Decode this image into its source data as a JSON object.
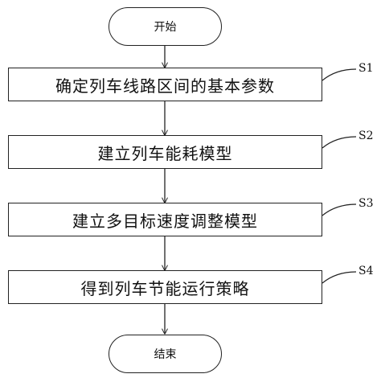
{
  "start": {
    "label": "开始"
  },
  "end": {
    "label": "结束"
  },
  "steps": [
    {
      "id": "S1",
      "label": "确定列车线路区间的基本参数"
    },
    {
      "id": "S2",
      "label": "建立列车能耗模型"
    },
    {
      "id": "S3",
      "label": "建立多目标速度调整模型"
    },
    {
      "id": "S4",
      "label": "得到列车节能运行策略"
    }
  ]
}
